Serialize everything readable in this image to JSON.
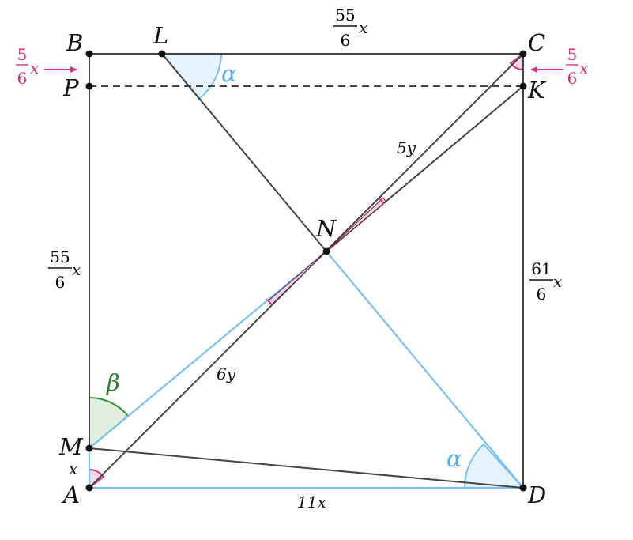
{
  "points": {
    "A": "A",
    "B": "B",
    "C": "C",
    "D": "D",
    "K": "K",
    "L": "L",
    "M": "M",
    "N": "N",
    "P": "P"
  },
  "labels": {
    "top_num": "55",
    "top_den": "6",
    "top_var": "x",
    "left_num": "55",
    "left_den": "6",
    "left_var": "x",
    "right_num": "61",
    "right_den": "6",
    "right_var": "x",
    "bottom": "11x",
    "am": "x",
    "cn": "5y",
    "na": "6y",
    "pb_num": "5",
    "pb_den": "6",
    "pb_var": "x",
    "ck_num": "5",
    "ck_den": "6",
    "ck_var": "x"
  },
  "angles": {
    "alpha_top": "α",
    "alpha_bottom": "α",
    "beta": "β"
  },
  "colors": {
    "line": "#444444",
    "blue": "#7cc0f0",
    "blue_fill": "#e6f2fc",
    "green": "#3a8f3a",
    "green_fill": "#dfeedd",
    "pink": "#d6337a",
    "pink_fill": "#f6d6e3"
  }
}
